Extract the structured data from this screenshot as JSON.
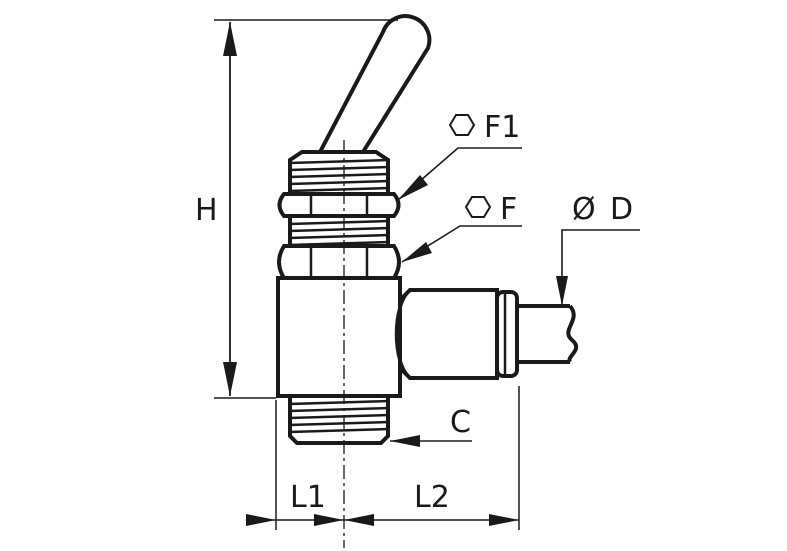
{
  "labels": {
    "H": "H",
    "F1": "F1",
    "F": "F",
    "D": "D",
    "C": "C",
    "L1": "L1",
    "L2": "L2"
  },
  "symbols": {
    "hex": "hexagon-icon",
    "diameter": "Ø"
  }
}
